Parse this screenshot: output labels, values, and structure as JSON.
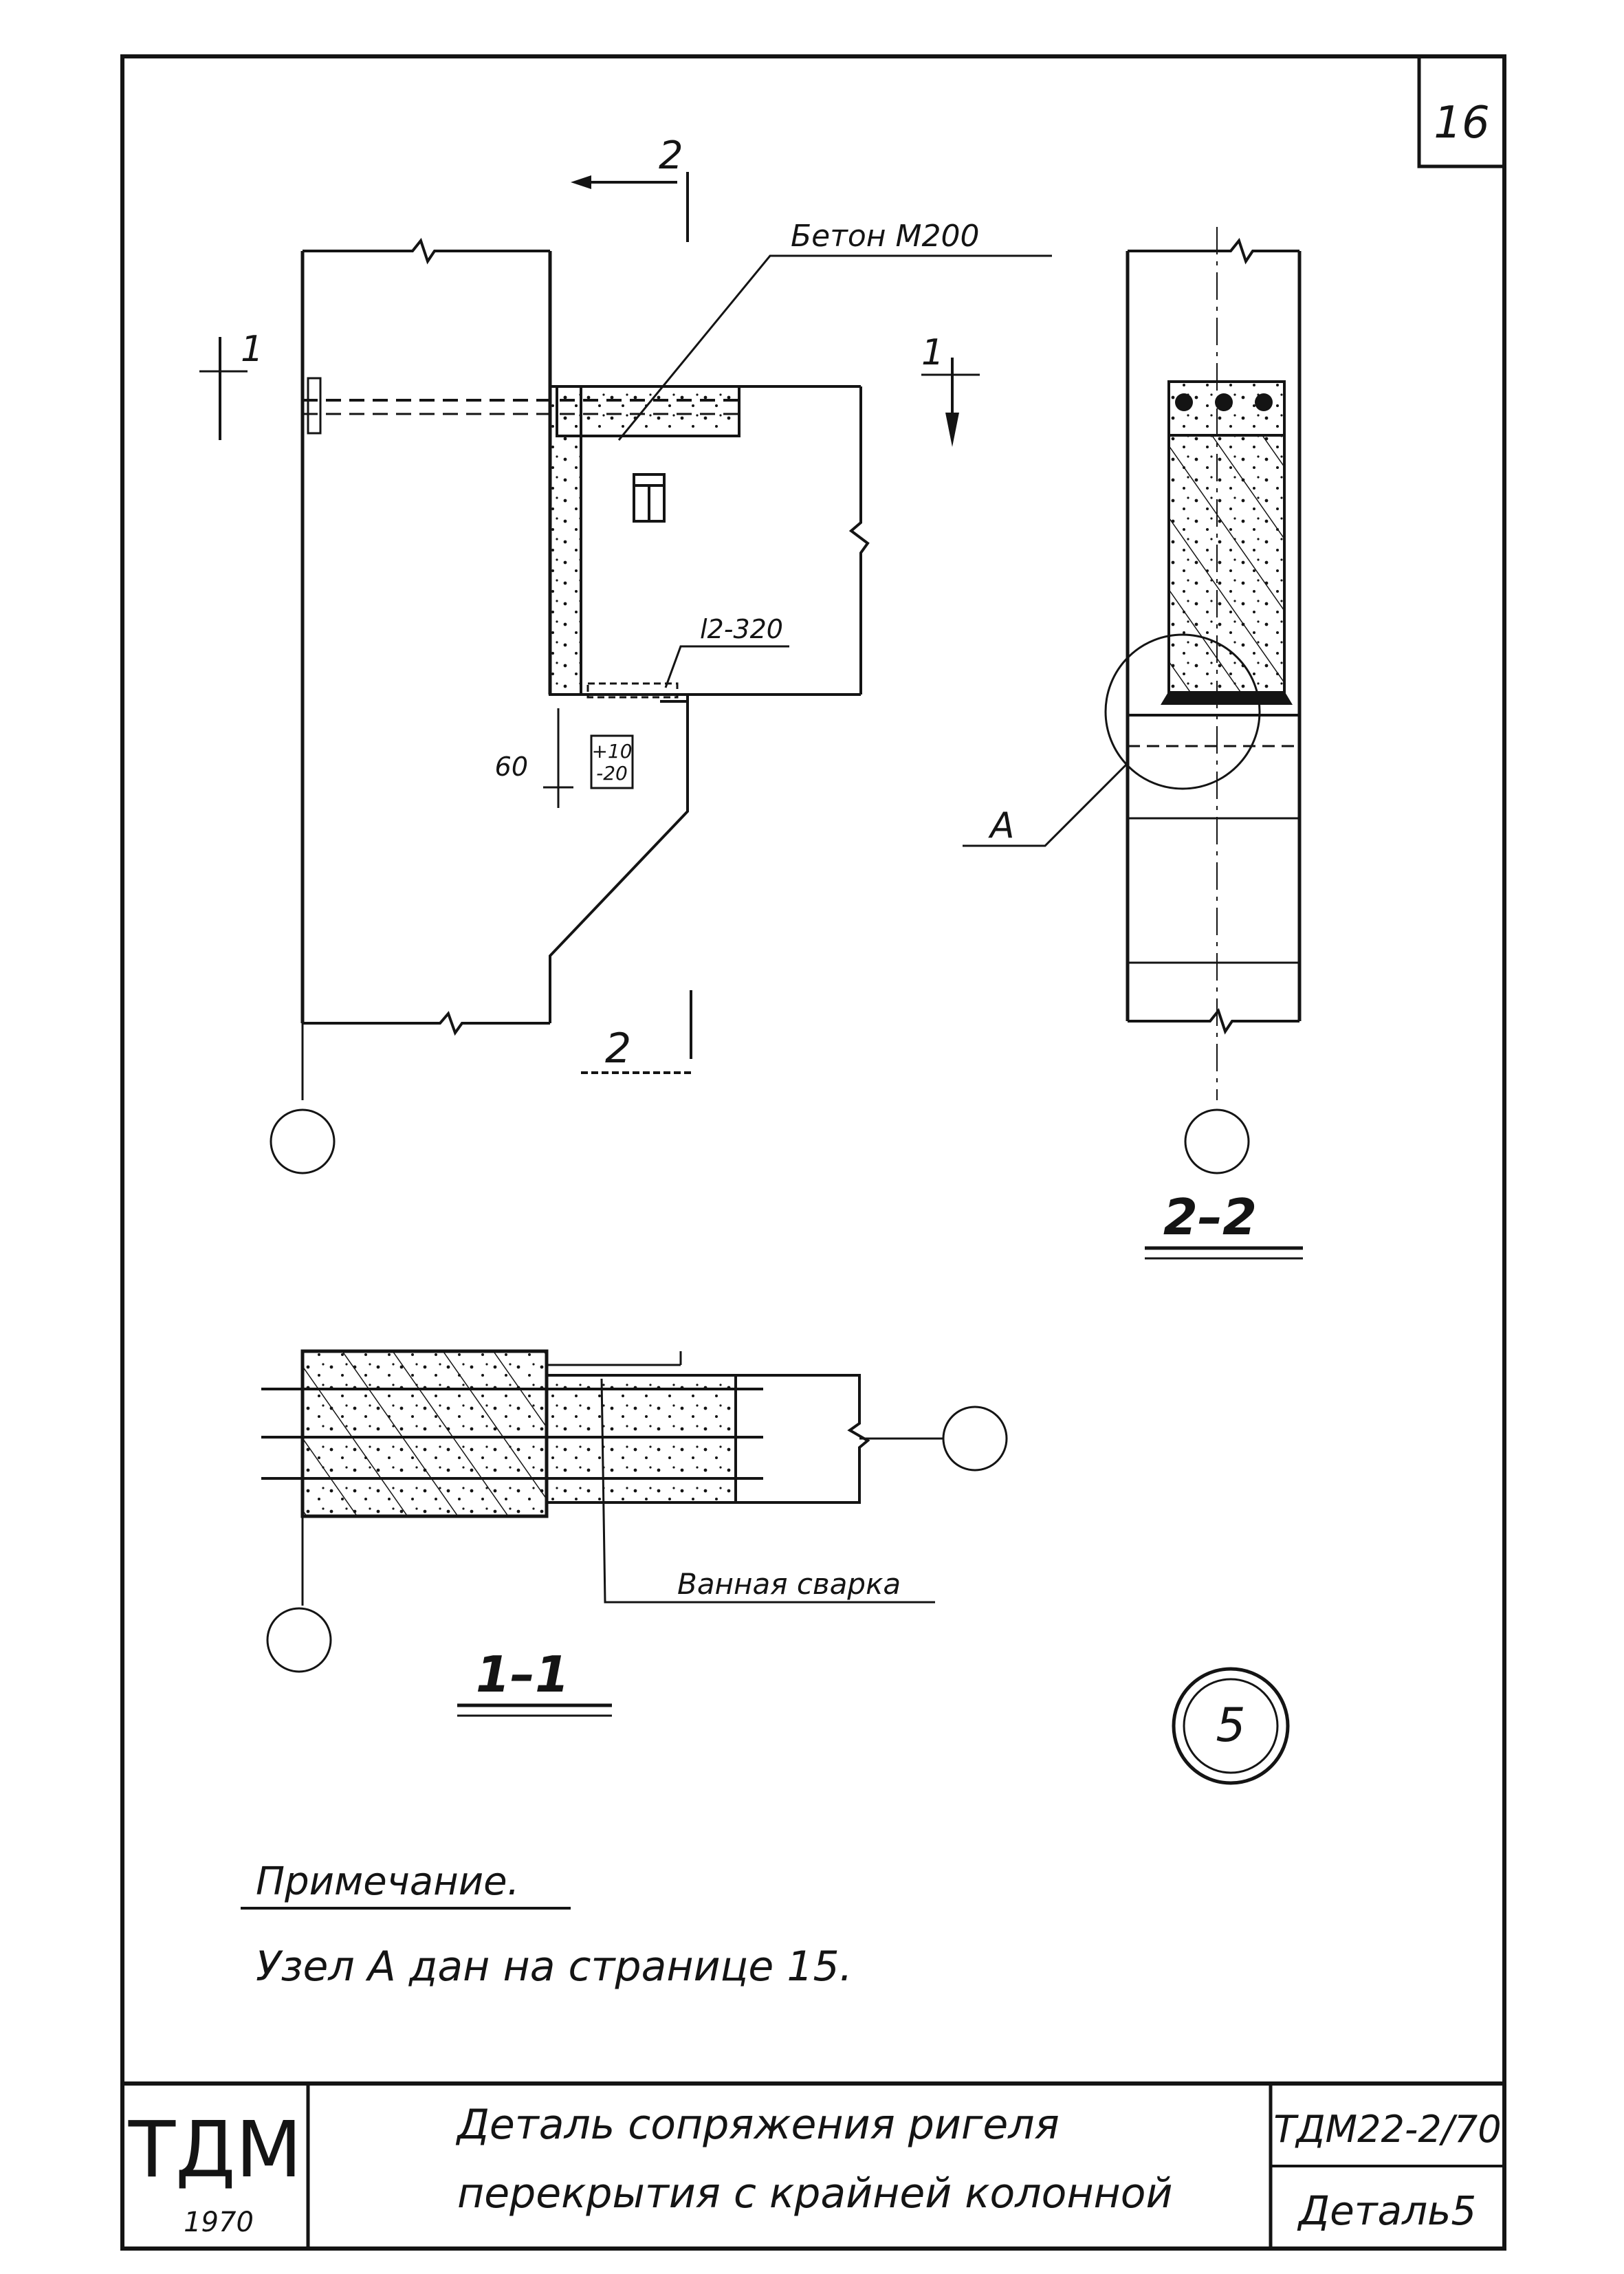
{
  "sheet": {
    "page_number": "16",
    "node_number": "5"
  },
  "labels": {
    "concrete": "Бетон М200",
    "rebar_spec": "l2-320",
    "gap": "60",
    "tolerance_plus": "+10",
    "tolerance_minus": "-20",
    "cut_1": "1",
    "cut_2": "2",
    "node_a": "А",
    "welding": "Ванная сварка"
  },
  "sections": {
    "s22": "2–2",
    "s11": "1–1"
  },
  "note": {
    "title": "Примечание.",
    "text": "Узел А дан на странице 15."
  },
  "title_block": {
    "logo": "ТДМ",
    "year": "1970",
    "title_line1": "Деталь сопряжения ригеля",
    "title_line2": "перекрытия с крайней колонной",
    "code": "ТДМ22-2/70",
    "detail": "Деталь5"
  },
  "colors": {
    "ink": "#141414",
    "paper": "#ffffff"
  }
}
